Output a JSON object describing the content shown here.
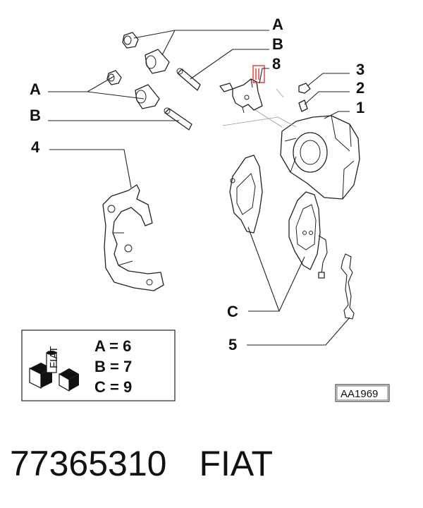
{
  "callouts": {
    "a_top": "A",
    "b_top": "B",
    "eight": "8",
    "a_left": "A",
    "b_left": "B",
    "three": "3",
    "two": "2",
    "one": "1",
    "four": "4",
    "c": "C",
    "five": "5"
  },
  "legend": {
    "rows": [
      "A = 6",
      "B = 7",
      "C = 9"
    ],
    "box_label": "FIAT"
  },
  "reference_code": "AA1969",
  "footer": {
    "part_number": "77365310",
    "brand": "FIAT"
  },
  "colors": {
    "ink": "#222222",
    "highlight": "#ee3333",
    "background": "#ffffff"
  }
}
